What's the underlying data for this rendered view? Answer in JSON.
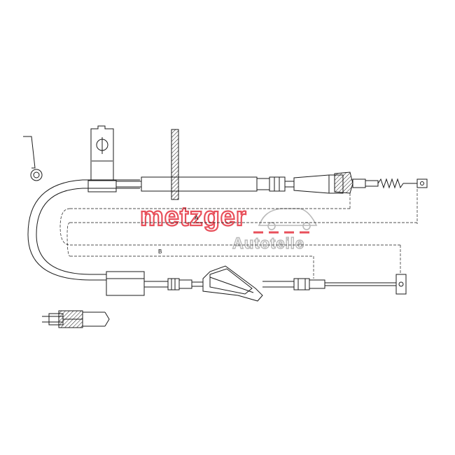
{
  "drawing": {
    "dimension_a": "A",
    "dimension_b": "B"
  },
  "watermark": {
    "brand": "metzger",
    "sub": "Autoteile",
    "brand_color": "#e8505b",
    "sub_color": "#b9b9b9"
  },
  "colors": {
    "line": "#1a1a1a",
    "dashed": "#c0392b",
    "background": "#ffffff"
  }
}
